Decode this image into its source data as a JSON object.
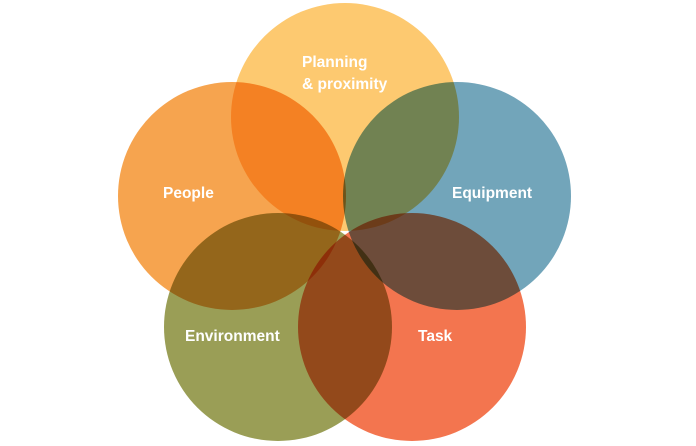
{
  "diagram": {
    "circles": [
      {
        "id": "planning",
        "lines": [
          "Planning",
          "& proximity"
        ],
        "color": "#FDBA48"
      },
      {
        "id": "people",
        "lines": [
          "People"
        ],
        "color": "#F48A1E"
      },
      {
        "id": "equipment",
        "lines": [
          "Equipment"
        ],
        "color": "#4A8CA6"
      },
      {
        "id": "environment",
        "lines": [
          "Environment"
        ],
        "color": "#7E8326"
      },
      {
        "id": "task",
        "lines": [
          "Task"
        ],
        "color": "#F04E1D"
      }
    ]
  }
}
